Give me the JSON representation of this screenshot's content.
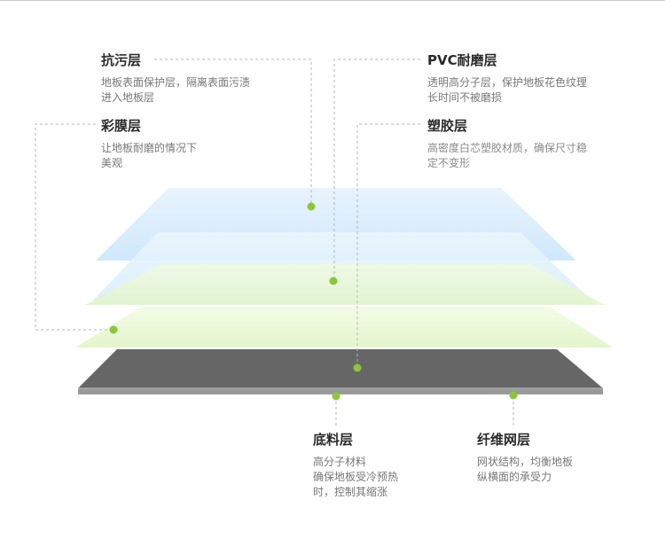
{
  "colors": {
    "accent_dot": "#8cc63f",
    "leader_line": "#b5b5b5",
    "base_top": "#666666",
    "base_edge": "#9a9a9a"
  },
  "labels": {
    "antifouling": {
      "title": "抗污层",
      "desc": [
        "地板表面保护层，隔离表面污渍",
        "进入地板层"
      ]
    },
    "pvc": {
      "title": "PVC耐磨层",
      "desc": [
        "透明高分子层，保护地板花色纹理",
        "长时间不被磨损"
      ]
    },
    "color_film": {
      "title": "彩膜层",
      "desc": [
        "让地板耐磨的情况下",
        "美观"
      ]
    },
    "plastic_glue": {
      "title": "塑胶层",
      "desc": [
        "高密度白芯塑胶材质，确保尺寸稳",
        "定不变形"
      ]
    },
    "base": {
      "title": "底料层",
      "desc": [
        "高分子材料",
        "确保地板受冷预热",
        "时，控制其缩涨"
      ]
    },
    "fiber_mesh": {
      "title": "纤维网层",
      "desc": [
        "网状结构，均衡地板",
        "纵横面的承受力"
      ]
    }
  }
}
